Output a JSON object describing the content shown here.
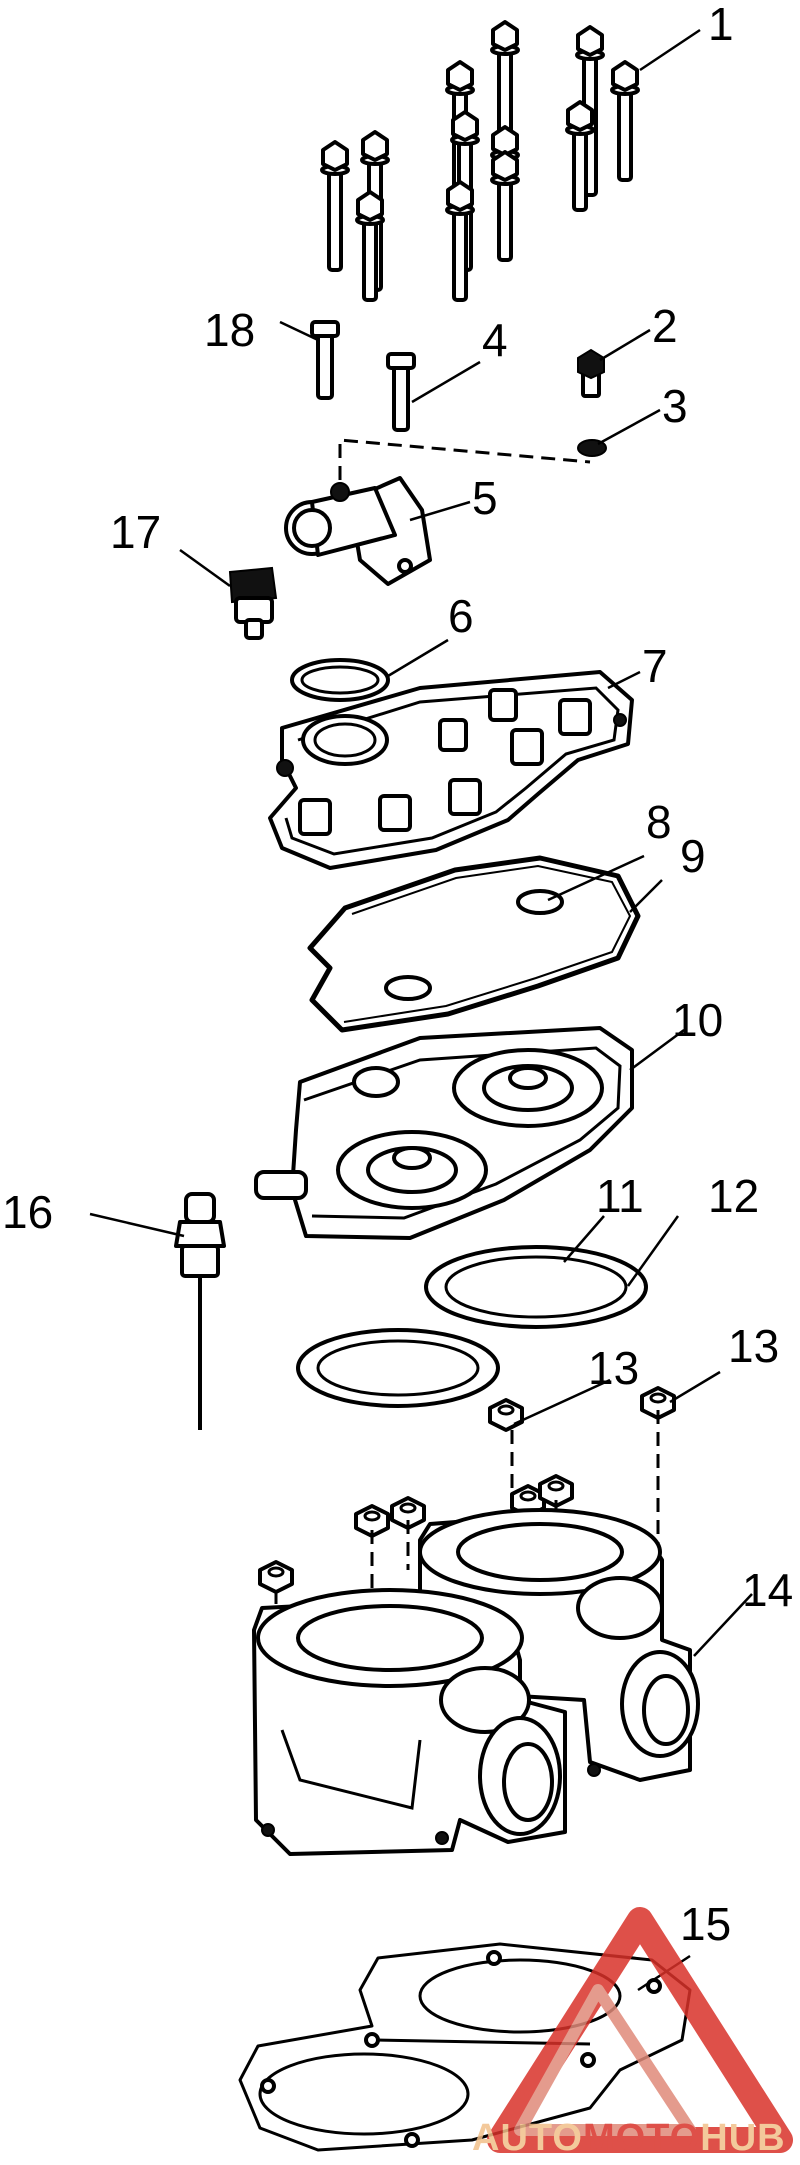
{
  "callouts": [
    {
      "num": "1"
    },
    {
      "num": "2"
    },
    {
      "num": "3"
    },
    {
      "num": "4"
    },
    {
      "num": "5"
    },
    {
      "num": "6"
    },
    {
      "num": "7"
    },
    {
      "num": "8"
    },
    {
      "num": "9"
    },
    {
      "num": "10"
    },
    {
      "num": "11"
    },
    {
      "num": "12"
    },
    {
      "num": "13"
    },
    {
      "num": "13"
    },
    {
      "num": "14"
    },
    {
      "num": "15"
    },
    {
      "num": "16"
    },
    {
      "num": "17"
    },
    {
      "num": "18"
    }
  ],
  "watermark": {
    "part1": "AUTO",
    "part2": "MOTO",
    "part3": "HUB",
    "color_a": "#f2c08a",
    "color_b": "#d9322a",
    "color_c": "#e08a7a"
  }
}
